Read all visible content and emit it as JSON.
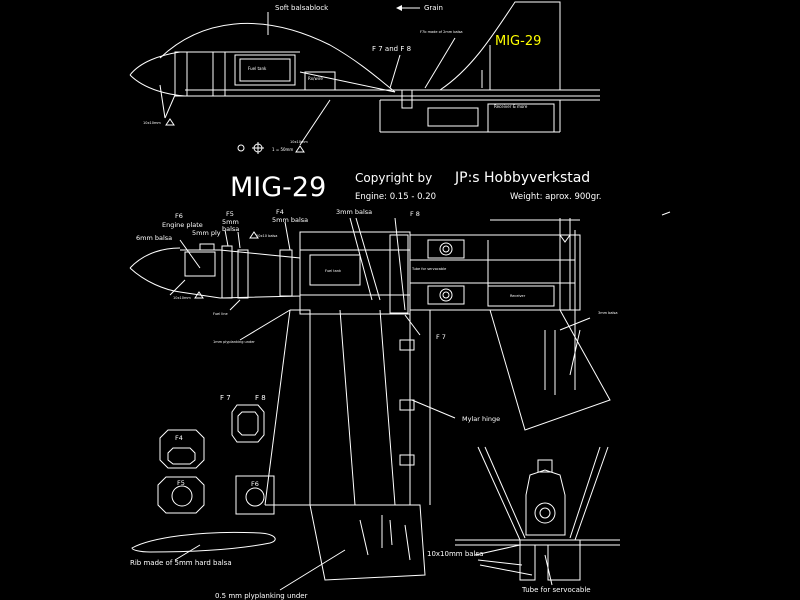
{
  "colors": {
    "background": "#000000",
    "lines": "#ffffff",
    "highlight": "#ffff00"
  },
  "side_view": {
    "soft_balsablock": "Soft balsablock",
    "grain": "Grain",
    "f7_f8": "F 7 and F 8",
    "fin_label_small": "F7b made of 2mm balsa",
    "mig29_fin": "MIG-29",
    "fuel_tank": "Fuel tank",
    "rc_item": "Rx/wire",
    "receiver": "Receiver & more",
    "label_10x10": "10x10mm",
    "label_10x10b": "10x10mm",
    "scale_label": "1 = 50mm"
  },
  "title": {
    "main": "MIG-29",
    "copyright": "Copyright by",
    "author": "JP:s Hobbyverkstad",
    "engine": "Engine:  0.15 - 0.20",
    "weight": "Weight: aprox. 900gr."
  },
  "top_view": {
    "f6": "F6",
    "engine_plate": "Engine plate",
    "ply5": "5mm ply",
    "f5": "F5",
    "mm5": "5mm",
    "balsa": "balsa",
    "balsa6": "6mm balsa",
    "f4": "F4",
    "f4_balsa": "5mm balsa",
    "balsa3": "3mm balsa",
    "f8": "F 8",
    "f7": "F 7",
    "rc_small": "10x10 balsa",
    "tank_small": "Fuel tank",
    "servo": "Tube for servocable",
    "receiver": "Receiver",
    "label_10x10": "10x10mm",
    "fuel_line": "Fuel line",
    "planking": "1mm plyplanking under",
    "balsa_side": "3mm balsa",
    "mylar": "Mylar hinge"
  },
  "parts": {
    "f7": "F 7",
    "f8": "F 8",
    "f4": "F4",
    "f5": "F5",
    "f6": "F6"
  },
  "bottom": {
    "rib": "Rib made of 5mm hard balsa",
    "plyplanking": "0.5 mm plyplanking under",
    "balsa10": "10x10mm balsa",
    "tube": "Tube for servocable"
  }
}
